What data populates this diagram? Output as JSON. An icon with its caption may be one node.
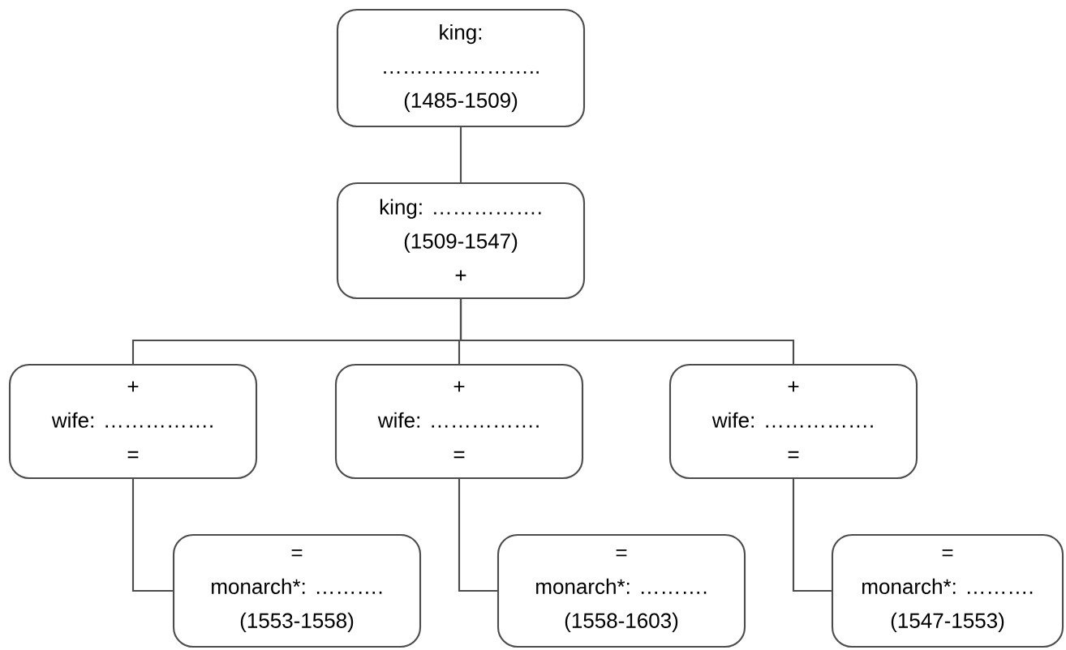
{
  "diagram": {
    "nodes": [
      {
        "text": [
          "king:",
          "…………………..",
          "(1485-1509)"
        ]
      },
      {
        "text": [
          "king: …………….",
          "(1509-1547)",
          "+"
        ]
      },
      {
        "text": [
          "+",
          "wife: …………….",
          "="
        ]
      },
      {
        "text": [
          "+",
          "wife: …………….",
          "="
        ]
      },
      {
        "text": [
          "+",
          "wife: …………….",
          "="
        ]
      },
      {
        "text": [
          "=",
          "monarch*: ……….",
          "(1553-1558)"
        ]
      },
      {
        "text": [
          "=",
          "monarch*: ……….",
          "(1558-1603)"
        ]
      },
      {
        "text": [
          "=",
          "monarch*: ……….",
          "(1547-1553)"
        ]
      }
    ],
    "edges": [
      {
        "from": 0,
        "to": 1,
        "arrow": "none"
      },
      {
        "from": 1,
        "to": 2,
        "arrow": "none"
      },
      {
        "from": 1,
        "to": 3,
        "arrow": "none"
      },
      {
        "from": 1,
        "to": 4,
        "arrow": "none"
      },
      {
        "from": 2,
        "to": 5,
        "arrow": "none"
      },
      {
        "from": 3,
        "to": 6,
        "arrow": "none"
      },
      {
        "from": 4,
        "to": 7,
        "arrow": "none"
      }
    ]
  }
}
